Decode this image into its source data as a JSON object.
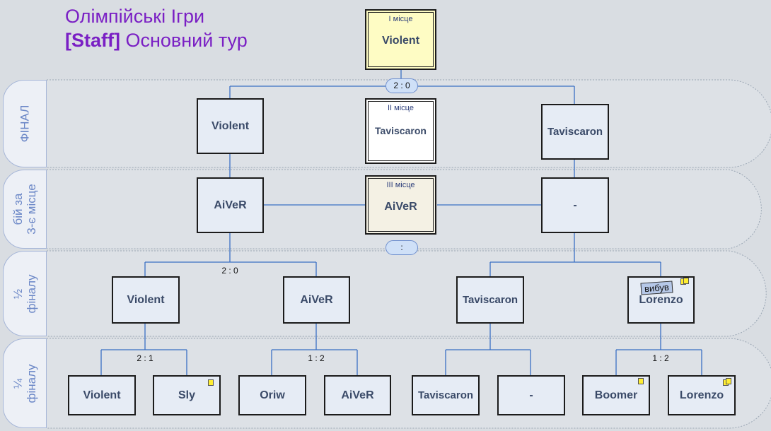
{
  "title": {
    "line1": "Олімпійські Ігри",
    "line2_bold": "[Staff]",
    "line2_rest": " Основний тур"
  },
  "rows": {
    "final": "ФІНАЛ",
    "third_1": "бій за",
    "third_2": "3-є місце",
    "semi_1": "½",
    "semi_2": "фіналу",
    "quarter_1": "¼",
    "quarter_2": "фіналу"
  },
  "places": {
    "first": {
      "label": "I місце",
      "name": "Violent"
    },
    "second": {
      "label": "II місце",
      "name": "Taviscaron"
    },
    "third": {
      "label": "III місце",
      "name": "AiVeR"
    }
  },
  "final": {
    "left": "Violent",
    "right": "Taviscaron",
    "score": "2 : 0"
  },
  "third_match": {
    "left": "AiVeR",
    "right": "-",
    "score": ":"
  },
  "semi": {
    "p1": "Violent",
    "p2": "AiVeR",
    "p3": "Taviscaron",
    "p4": "Lorenzo",
    "score_left": "2 : 0",
    "tag": "вибув"
  },
  "quarter": {
    "p1": "Violent",
    "p2": "Sly",
    "p3": "Oriw",
    "p4": "AiVeR",
    "p5": "Taviscaron",
    "p6": "-",
    "p7": "Boomer",
    "p8": "Lorenzo",
    "score1": "2 : 1",
    "score2": "1 : 2",
    "score4": "1 : 2"
  },
  "colors": {
    "background": "#d9dde2",
    "title": "#7a1fc4",
    "first_place": "#fefcc4",
    "second_place": "#ffffff",
    "third_place": "#f4f1e4",
    "note": "#ffee33"
  }
}
